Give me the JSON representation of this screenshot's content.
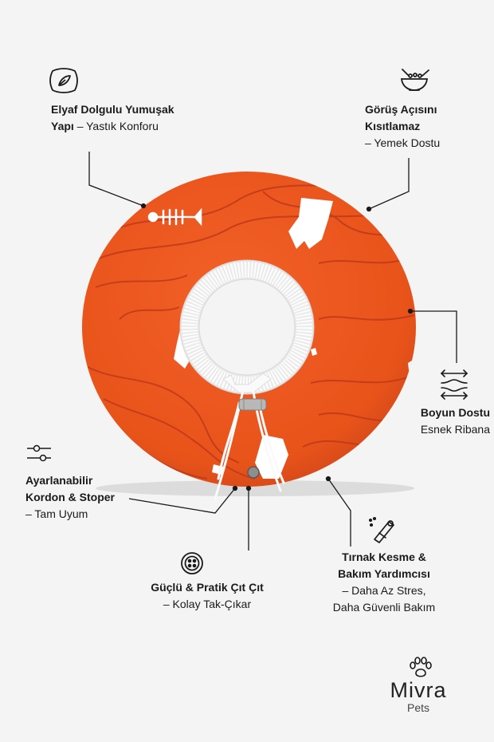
{
  "colors": {
    "background": "#f4f4f4",
    "product_orange": "#e8531a",
    "pattern_lines": "#c0391a",
    "ring_white": "#fbfbfb",
    "text": "#1a1a1a"
  },
  "features": {
    "fiber_fill": {
      "icon": "pillow-icon",
      "title_line1": "Elyaf Dolgulu Yumuşak",
      "title_line2": "Yapı",
      "subtitle": "– Yastık Konforu"
    },
    "viewing_angle": {
      "icon": "bowl-icon",
      "title_line1": "Görüş Açısını",
      "title_line2": "Kısıtlamaz",
      "subtitle": "– Yemek Dostu"
    },
    "neck_friendly": {
      "icon": "stretch-arrows-icon",
      "title": "Boyun Dostu",
      "subtitle": "Esnek Ribana"
    },
    "adjustable_cord": {
      "icon": "sliders-icon",
      "title_line1": "Ayarlanabilir",
      "title_line2": "Kordon & Stoper",
      "subtitle": "– Tam Uyum"
    },
    "snap_button": {
      "icon": "button-icon",
      "title": "Güçlü & Pratik Çıt Çıt",
      "subtitle": "– Kolay Tak-Çıkar"
    },
    "nail_care": {
      "icon": "nail-clipper-icon",
      "title_line1": "Tırnak Kesme &",
      "title_line2": "Bakım Yardımcısı",
      "subtitle_line1": "– Daha Az Stres,",
      "subtitle_line2": "Daha Güvenli Bakım"
    }
  },
  "brand": {
    "icon": "paw-icon",
    "name": "Mivra",
    "tagline": "Pets"
  }
}
